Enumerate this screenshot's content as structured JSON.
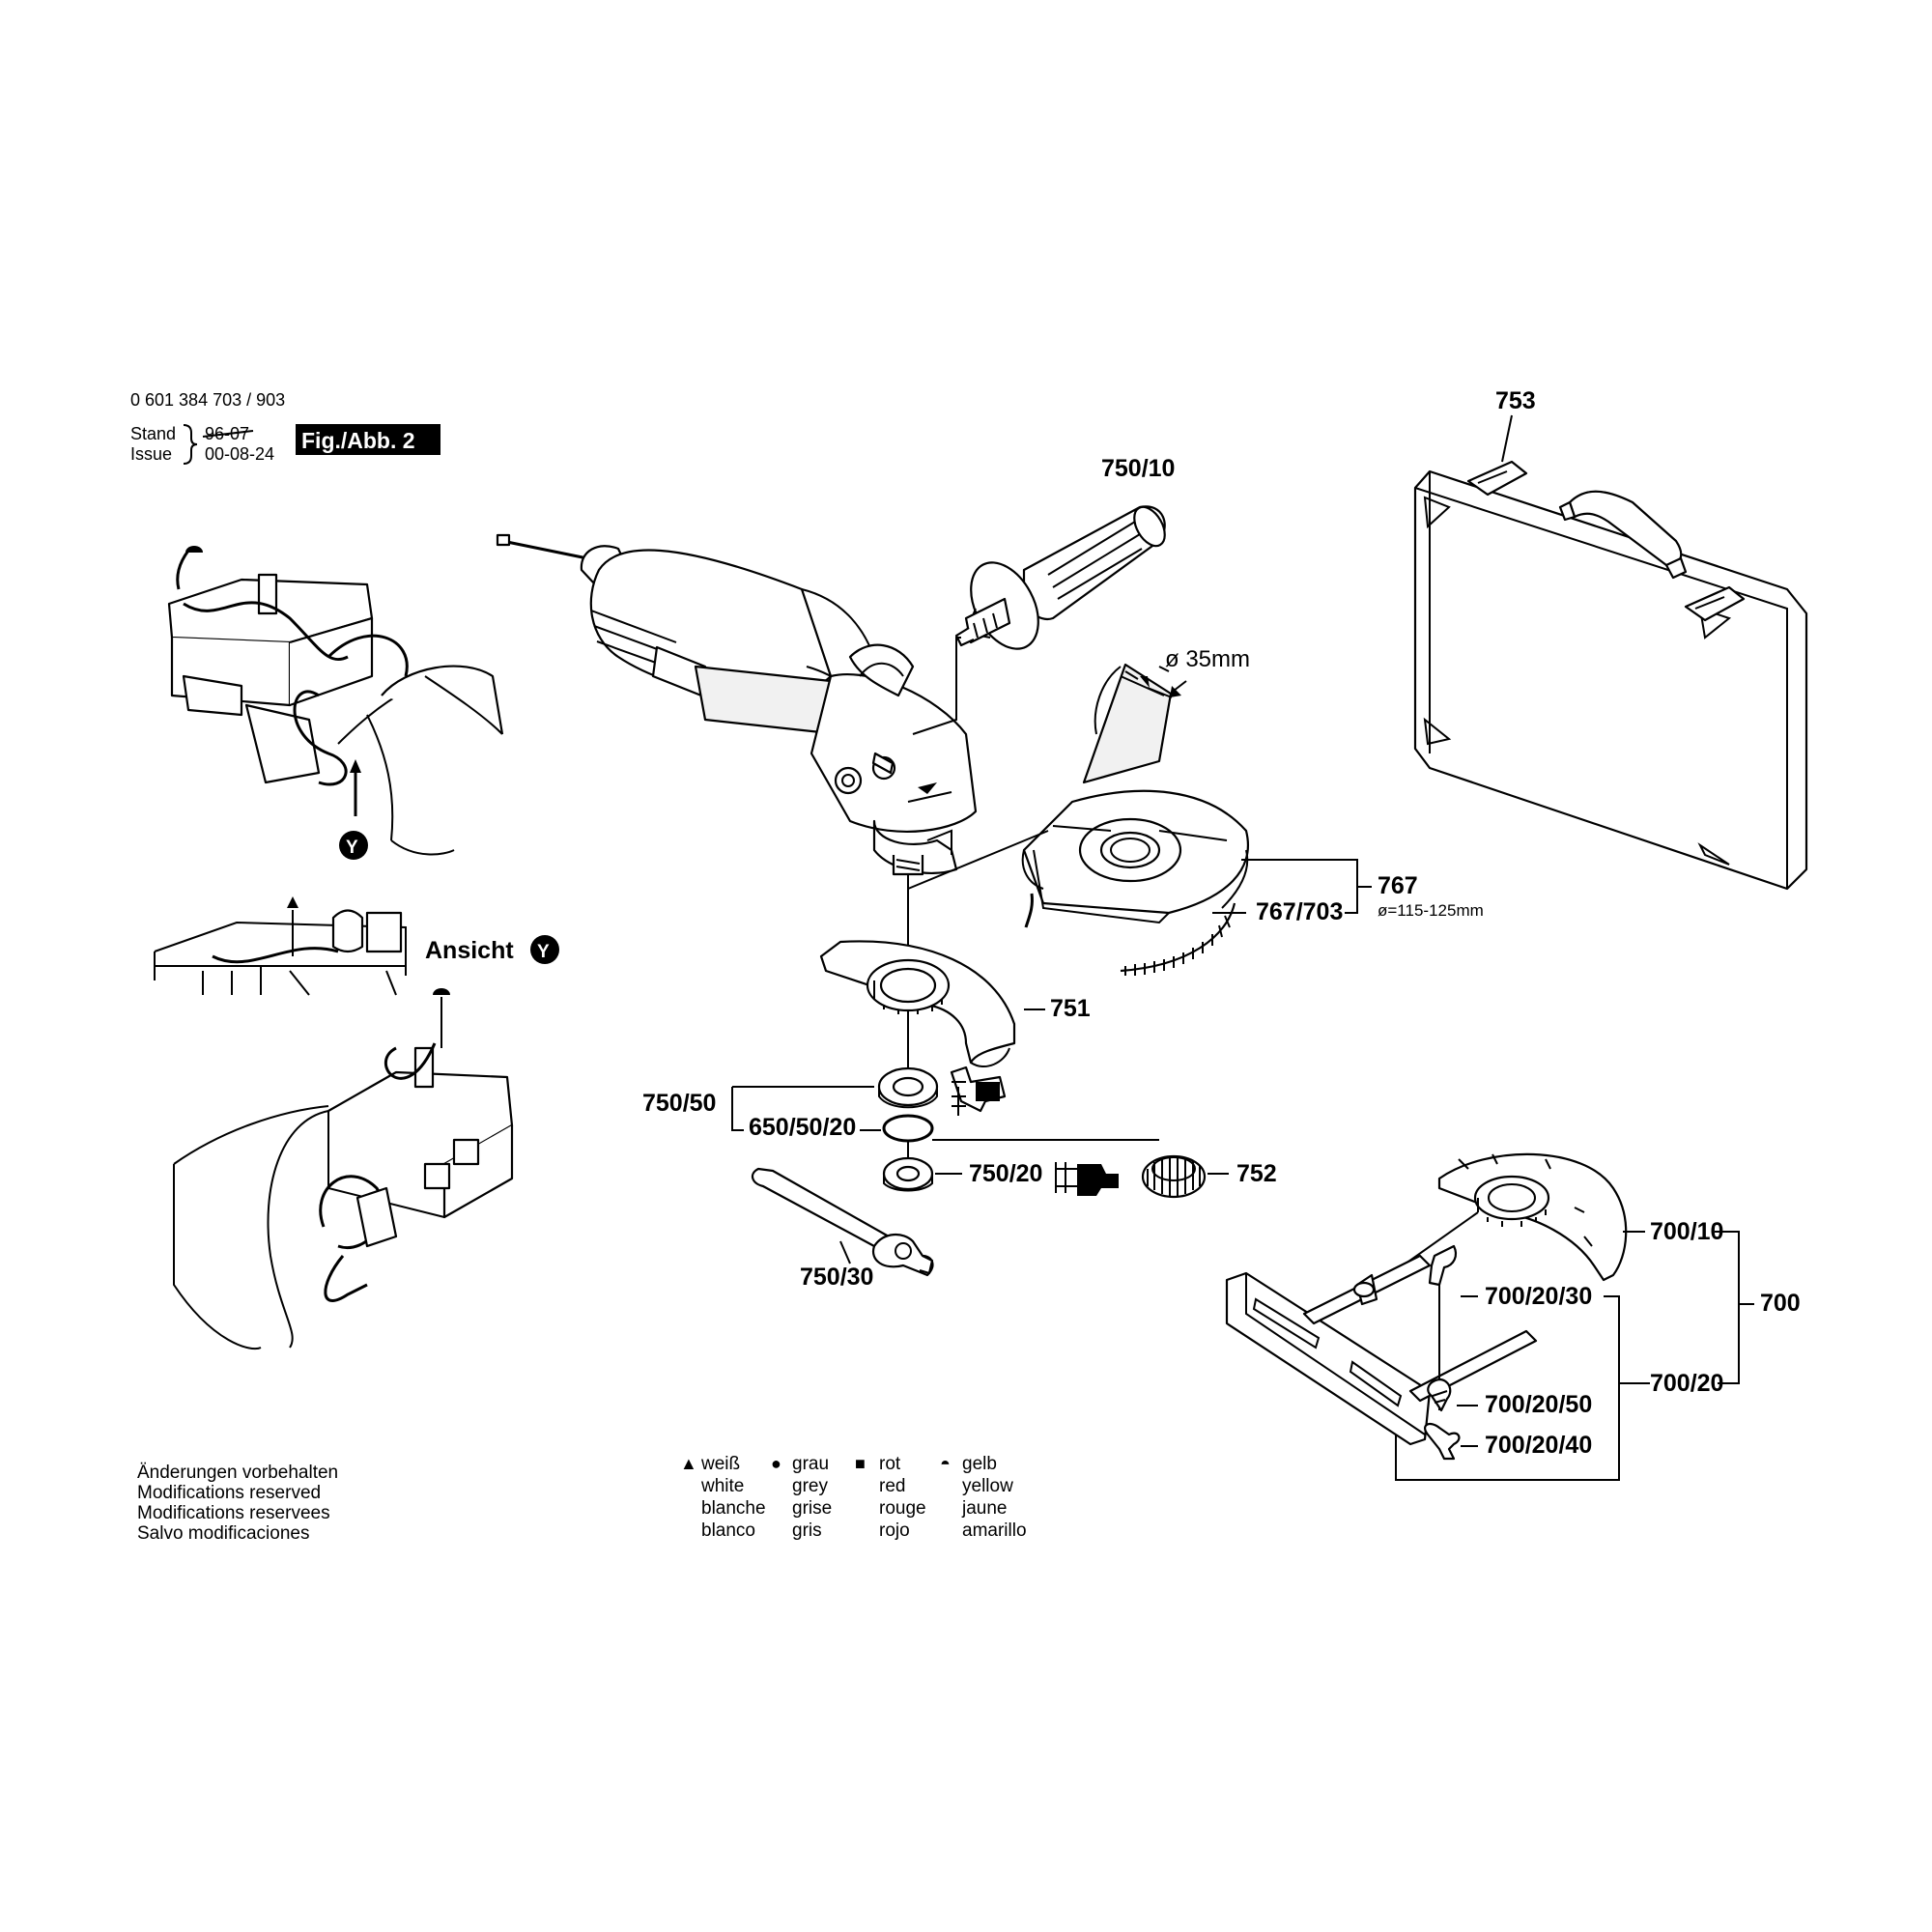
{
  "header": {
    "part_number": "0 601 384 703 / 903",
    "stand_label": "Stand",
    "issue_label": "Issue",
    "stand_date": "96-07",
    "issue_date": "00-08-24",
    "figure_label": "Fig./Abb. 2"
  },
  "labels": {
    "case": "753",
    "handle": "750/10",
    "diameter": "ø 35mm",
    "extraction_guard": "767",
    "extraction_guard_sub": "767/703",
    "extraction_guard_range": "ø=115-125mm",
    "guard": "751",
    "flange_set": "750/50",
    "o_ring": "650/50/20",
    "flange": "750/20",
    "quick_nut": "752",
    "spanner": "750/30",
    "cut_guard": "700/10",
    "cut_guard_set": "700",
    "bolt": "700/20/30",
    "guide": "700/20",
    "lock_washer": "700/20/50",
    "wing_nut": "700/20/40",
    "view_label": "Ansicht",
    "view_marker": "Y",
    "arrow_marker": "Y"
  },
  "notes": [
    "Änderungen vorbehalten",
    "Modifications reserved",
    "Modifications reservees",
    "Salvo modificaciones"
  ],
  "legend": [
    {
      "symbol": "▲",
      "lines": [
        "weiß",
        "white",
        "blanche",
        "blanco"
      ]
    },
    {
      "symbol": "●",
      "lines": [
        "grau",
        "grey",
        "grise",
        "gris"
      ]
    },
    {
      "symbol": "■",
      "lines": [
        "rot",
        "red",
        "rouge",
        "rojo"
      ]
    },
    {
      "symbol": "◓",
      "lines": [
        "gelb",
        "yellow",
        "jaune",
        "amarillo"
      ]
    }
  ]
}
